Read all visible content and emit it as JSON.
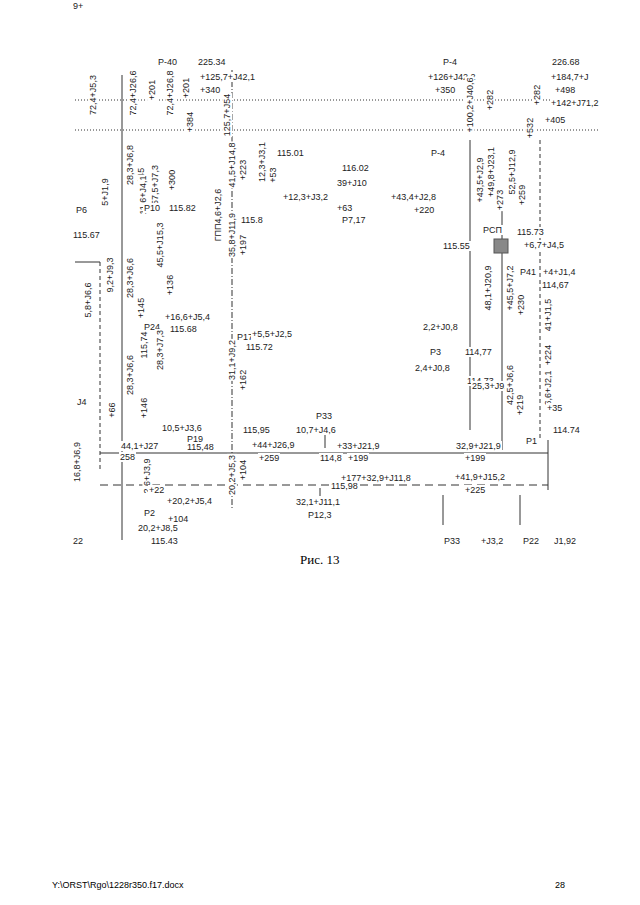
{
  "diagram": {
    "caption": "Рис. 13",
    "labels": [
      "9+",
      "P-40",
      "225.34",
      "P-4",
      "226.68",
      "72,4+J5,3",
      "72,4+J26,6",
      "+201",
      "72,4+J26,8",
      "+201",
      "+125,7+J42,1",
      "+340",
      "+384",
      "125,7+J54",
      "+126+J42,2",
      "+350",
      "+100,2+J40,6",
      "+282",
      "+282",
      "+184,7+J",
      "+498",
      "+142+J71,2",
      "+405",
      "+532",
      "P-4",
      "115.01",
      "P6",
      "5+J1,9",
      "115.67",
      "28,3+J6,8",
      "+145",
      "11,6+J4,1",
      "57,5+J7,3",
      "+300",
      "P10",
      "115.82",
      "41,5+J14,8",
      "+223",
      "12,3+J3,1",
      "+53",
      "ГПП4,6+J2,6",
      "115.8",
      "116.02",
      "39+J10",
      "+12,3+J3,2",
      "+63",
      "+43,4+J2,8",
      "+220",
      "P7,17",
      "45,5+J15,3",
      "+136",
      "35,8+J11,9",
      "+197",
      "+43,5+J2,9",
      "+49,8+J23,1",
      "+273",
      "52,5+J12,9",
      "+259",
      "115.55",
      "РСП",
      "115.73",
      "+6,7+J4,5",
      "48,1+J20,9",
      "+45,5+J7,2",
      "+230",
      "P41",
      "+4+J1,4",
      "114,67",
      "41+J1,5",
      "+224",
      "6,6+J2,1",
      "+35",
      "5,8+J6,6",
      "9,2+J9,3",
      "28,3+J6,6",
      "+145",
      "P24",
      "115,74",
      "28,3+J7,3",
      "+16,6+J5,4",
      "115.68",
      "P17",
      "+5,5+J2,5",
      "115.72",
      "31,1+J9,2",
      "+162",
      "2,2+J0,8",
      "P3",
      "114,77",
      "2,4+J0,8",
      "114,73",
      "25,3+J9,8",
      "42,5+J6,6",
      "+219",
      "J4",
      "16,8+J6,9",
      "+66",
      "28,3+J6,6",
      "+146",
      "10,5+J3,6",
      "P19",
      "115,95",
      "P33",
      "10,7+J4,6",
      "114.74",
      "P1",
      "44,1+J27",
      "+44+J26,9",
      "+33+J21,9",
      "32,9+J21,9",
      "258",
      "115,48",
      "+259",
      "114,8",
      "+199",
      "+199",
      "2,6+J3,9",
      "20,2+J5,3",
      "+104",
      "+177+32,9+J11,8",
      "115,98",
      "+41,9+J15,2",
      "+225",
      "+20,2+J5,4",
      "+22",
      "32,1+J11,1",
      "P12,3",
      "P2",
      "+104",
      "20,2+J8,5",
      "115.43",
      "22",
      "P33",
      "+J3,2",
      "P22",
      "J1,92",
      "Y:\\ORST\\Rgo\\1228r350.f17.docx",
      "28"
    ]
  }
}
